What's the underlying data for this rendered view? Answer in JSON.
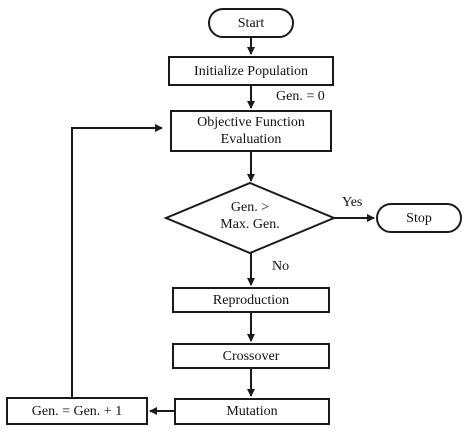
{
  "nodes": {
    "start": "Start",
    "init": "Initialize Population",
    "objective_line1": "Objective Function",
    "objective_line2": "Evaluation",
    "decision_line1": "Gen. >",
    "decision_line2": "Max. Gen.",
    "stop": "Stop",
    "reproduction": "Reproduction",
    "crossover": "Crossover",
    "mutation": "Mutation",
    "increment": "Gen. = Gen. + 1"
  },
  "edge_labels": {
    "gen_zero": "Gen. = 0",
    "yes": "Yes",
    "no": "No"
  }
}
